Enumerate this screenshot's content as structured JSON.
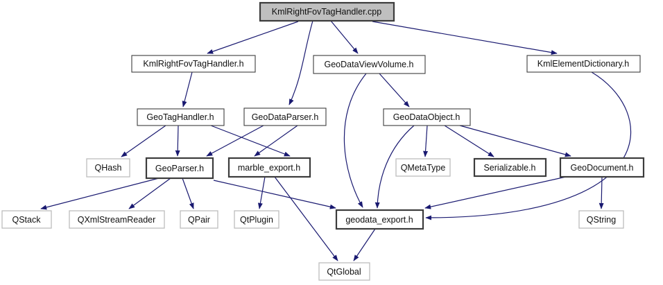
{
  "diagram": {
    "kind": "include-dependency-graph",
    "colors": {
      "edge": "#191970",
      "main_node_fill": "#bfbfbf",
      "internal_border": "#3c3c3c",
      "external_border": "#bdbdbd",
      "node_fill": "#ffffff",
      "background": "#ffffff"
    },
    "nodes": [
      {
        "id": "cpp",
        "label": "KmlRightFovTagHandler.cpp",
        "kind": "source-file"
      },
      {
        "id": "krfth",
        "label": "KmlRightFovTagHandler.h",
        "kind": "internal-header"
      },
      {
        "id": "gdvv",
        "label": "GeoDataViewVolume.h",
        "kind": "internal-header"
      },
      {
        "id": "ked",
        "label": "KmlElementDictionary.h",
        "kind": "internal-header"
      },
      {
        "id": "gth",
        "label": "GeoTagHandler.h",
        "kind": "internal-header"
      },
      {
        "id": "gdp",
        "label": "GeoDataParser.h",
        "kind": "internal-header"
      },
      {
        "id": "gdo",
        "label": "GeoDataObject.h",
        "kind": "internal-header"
      },
      {
        "id": "qhash",
        "label": "QHash",
        "kind": "external-header"
      },
      {
        "id": "gp",
        "label": "GeoParser.h",
        "kind": "internal-header-bold"
      },
      {
        "id": "me",
        "label": "marble_export.h",
        "kind": "internal-header-bold"
      },
      {
        "id": "qmt",
        "label": "QMetaType",
        "kind": "external-header"
      },
      {
        "id": "ser",
        "label": "Serializable.h",
        "kind": "internal-header-bold"
      },
      {
        "id": "gdoc",
        "label": "GeoDocument.h",
        "kind": "internal-header-bold"
      },
      {
        "id": "qstack",
        "label": "QStack",
        "kind": "external-header"
      },
      {
        "id": "qxsr",
        "label": "QXmlStreamReader",
        "kind": "external-header"
      },
      {
        "id": "qpair",
        "label": "QPair",
        "kind": "external-header"
      },
      {
        "id": "qtplugin",
        "label": "QtPlugin",
        "kind": "external-header"
      },
      {
        "id": "ge",
        "label": "geodata_export.h",
        "kind": "internal-header-bold"
      },
      {
        "id": "qstring",
        "label": "QString",
        "kind": "external-header"
      },
      {
        "id": "qtglobal",
        "label": "QtGlobal",
        "kind": "external-header"
      }
    ],
    "edges": [
      {
        "from": "KmlRightFovTagHandler.cpp",
        "to": "KmlRightFovTagHandler.h"
      },
      {
        "from": "KmlRightFovTagHandler.cpp",
        "to": "GeoDataParser.h"
      },
      {
        "from": "KmlRightFovTagHandler.cpp",
        "to": "GeoDataViewVolume.h"
      },
      {
        "from": "KmlRightFovTagHandler.cpp",
        "to": "KmlElementDictionary.h"
      },
      {
        "from": "KmlRightFovTagHandler.h",
        "to": "GeoTagHandler.h"
      },
      {
        "from": "GeoDataViewVolume.h",
        "to": "GeoDataObject.h"
      },
      {
        "from": "GeoDataViewVolume.h",
        "to": "geodata_export.h"
      },
      {
        "from": "KmlElementDictionary.h",
        "to": "geodata_export.h"
      },
      {
        "from": "GeoTagHandler.h",
        "to": "QHash"
      },
      {
        "from": "GeoTagHandler.h",
        "to": "GeoParser.h"
      },
      {
        "from": "GeoTagHandler.h",
        "to": "marble_export.h"
      },
      {
        "from": "GeoDataParser.h",
        "to": "GeoParser.h"
      },
      {
        "from": "GeoDataParser.h",
        "to": "marble_export.h"
      },
      {
        "from": "GeoDataObject.h",
        "to": "QMetaType"
      },
      {
        "from": "GeoDataObject.h",
        "to": "Serializable.h"
      },
      {
        "from": "GeoDataObject.h",
        "to": "GeoDocument.h"
      },
      {
        "from": "GeoDataObject.h",
        "to": "geodata_export.h"
      },
      {
        "from": "GeoParser.h",
        "to": "QStack"
      },
      {
        "from": "GeoParser.h",
        "to": "QXmlStreamReader"
      },
      {
        "from": "GeoParser.h",
        "to": "QPair"
      },
      {
        "from": "GeoParser.h",
        "to": "geodata_export.h"
      },
      {
        "from": "marble_export.h",
        "to": "QtPlugin"
      },
      {
        "from": "marble_export.h",
        "to": "QtGlobal"
      },
      {
        "from": "GeoDocument.h",
        "to": "QString"
      },
      {
        "from": "GeoDocument.h",
        "to": "geodata_export.h"
      },
      {
        "from": "geodata_export.h",
        "to": "QtGlobal"
      }
    ]
  }
}
